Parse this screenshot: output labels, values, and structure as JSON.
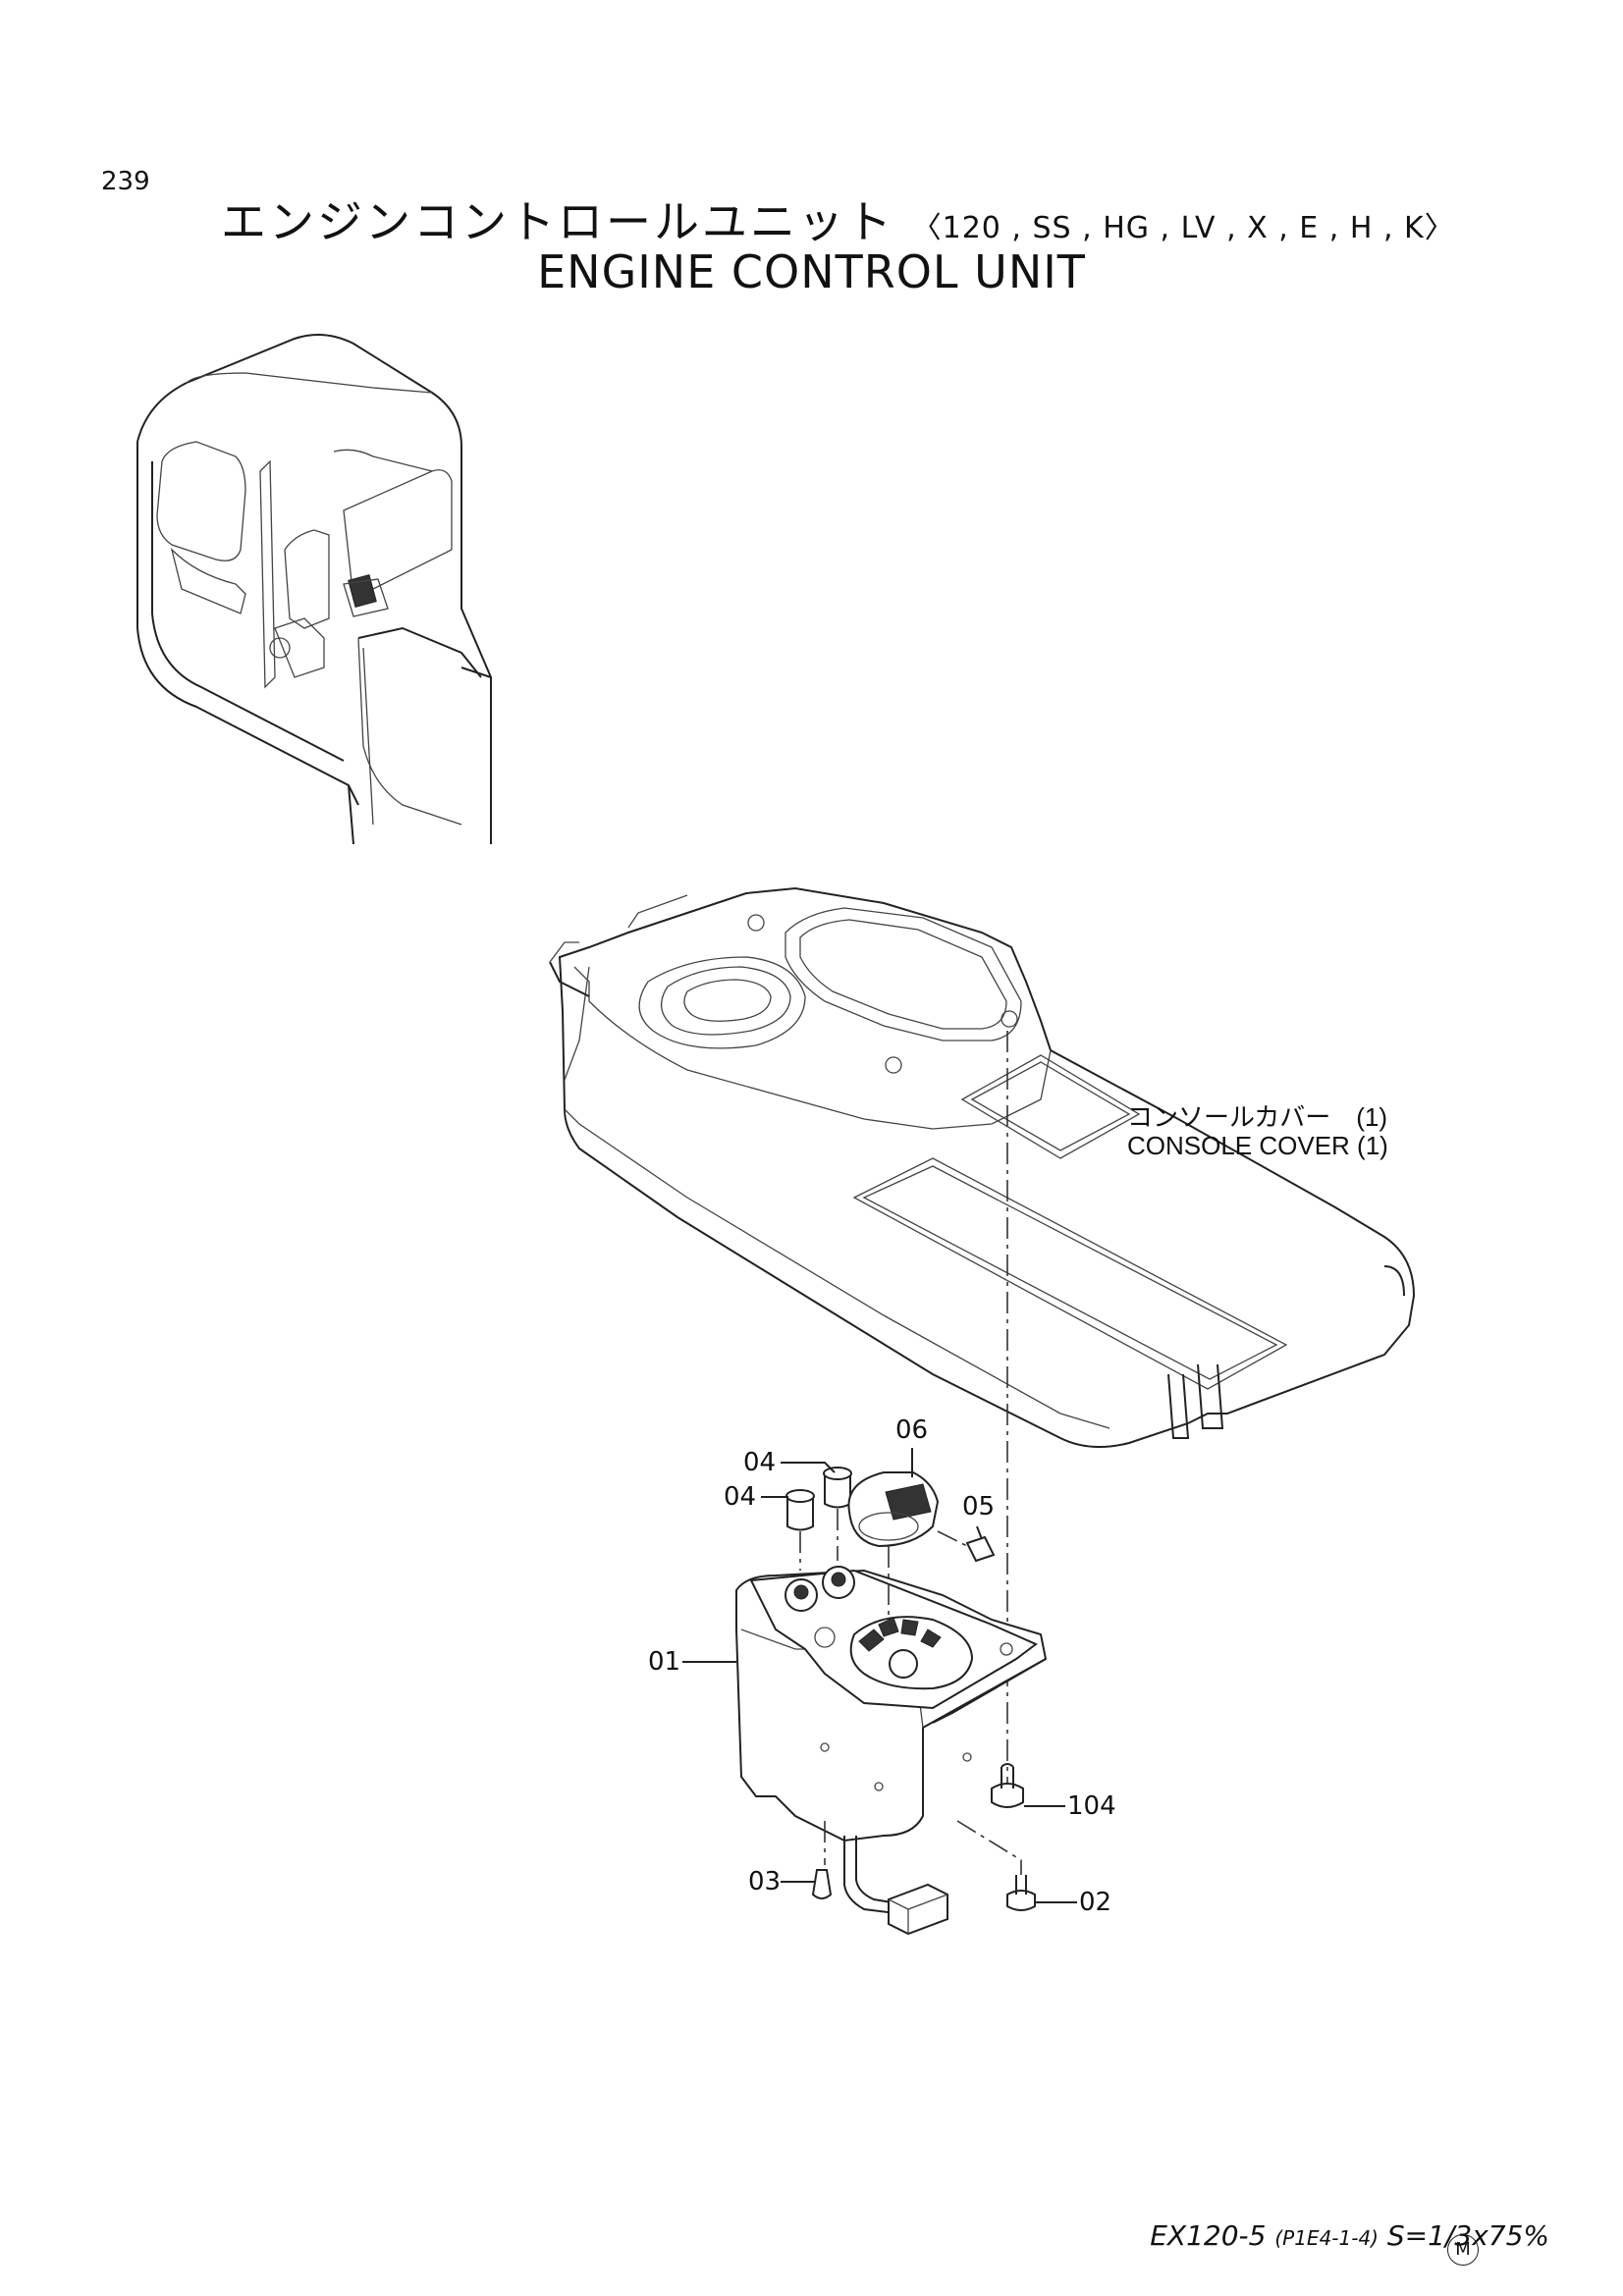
{
  "page_number": "239",
  "title_jp": "エンジンコントロールユニット",
  "title_models": "〈120 , SS , HG , LV , X , E , H , K〉",
  "title_en": "ENGINE  CONTROL  UNIT",
  "console_cover": {
    "label_jp": "コンソールカバー　(1)",
    "label_en": "CONSOLE COVER  (1)"
  },
  "parts": [
    {
      "id": "part-04a",
      "label": "04"
    },
    {
      "id": "part-04b",
      "label": "04"
    },
    {
      "id": "part-06",
      "label": "06"
    },
    {
      "id": "part-05",
      "label": "05"
    },
    {
      "id": "part-01",
      "label": "01"
    },
    {
      "id": "part-104",
      "label": "104"
    },
    {
      "id": "part-03",
      "label": "03"
    },
    {
      "id": "part-02",
      "label": "02"
    }
  ],
  "footer": {
    "model": "EX120-5",
    "ref": "(P1E4-1-4)",
    "scale": "S=1/3x75%",
    "mark": "M"
  }
}
